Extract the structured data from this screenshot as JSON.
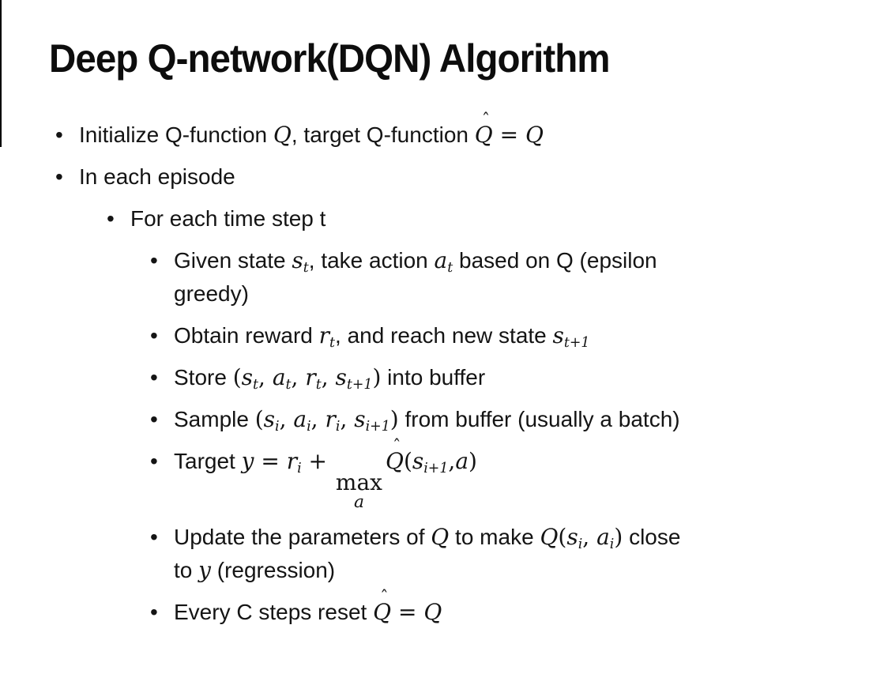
{
  "slide": {
    "title": "Deep Q-network(DQN) Algorithm",
    "bullet_glyph": "•"
  },
  "colors": {
    "background": "#ffffff",
    "text": "#141414",
    "edge_line": "#000000"
  },
  "bullets": [
    {
      "level": 1,
      "segs": [
        {
          "t": "txt",
          "v": "Initialize Q-function "
        },
        {
          "t": "mi",
          "v": "Q"
        },
        {
          "t": "txt",
          "v": ", target Q-function "
        },
        {
          "t": "hat",
          "v": "Q"
        },
        {
          "t": "mo",
          "v": " = "
        },
        {
          "t": "mi",
          "v": "Q"
        }
      ]
    },
    {
      "level": 1,
      "segs": [
        {
          "t": "txt",
          "v": "In each episode"
        }
      ]
    },
    {
      "level": 2,
      "segs": [
        {
          "t": "txt",
          "v": "For each time step t"
        }
      ]
    },
    {
      "level": 3,
      "segs": [
        {
          "t": "txt",
          "v": "Given state "
        },
        {
          "t": "mi",
          "v": "s"
        },
        {
          "t": "sub",
          "v": "t"
        },
        {
          "t": "txt",
          "v": ", take action "
        },
        {
          "t": "mi",
          "v": "a"
        },
        {
          "t": "sub",
          "v": "t"
        },
        {
          "t": "txt",
          "v": " based on Q (epsilon"
        },
        {
          "t": "br"
        },
        {
          "t": "txt",
          "v": "greedy)"
        }
      ]
    },
    {
      "level": 3,
      "segs": [
        {
          "t": "txt",
          "v": "Obtain reward "
        },
        {
          "t": "mi",
          "v": "r"
        },
        {
          "t": "sub",
          "v": "t"
        },
        {
          "t": "txt",
          "v": ", and reach new state "
        },
        {
          "t": "mi",
          "v": "s"
        },
        {
          "t": "sub",
          "v": "t+1"
        }
      ]
    },
    {
      "level": 3,
      "segs": [
        {
          "t": "txt",
          "v": "Store "
        },
        {
          "t": "mo",
          "v": "("
        },
        {
          "t": "mi",
          "v": "s"
        },
        {
          "t": "sub",
          "v": "t"
        },
        {
          "t": "mo",
          "v": ", "
        },
        {
          "t": "mi",
          "v": "a"
        },
        {
          "t": "sub",
          "v": "t"
        },
        {
          "t": "mo",
          "v": ", "
        },
        {
          "t": "mi",
          "v": "r"
        },
        {
          "t": "sub",
          "v": "t"
        },
        {
          "t": "mo",
          "v": ", "
        },
        {
          "t": "mi",
          "v": "s"
        },
        {
          "t": "sub",
          "v": "t+1"
        },
        {
          "t": "mo",
          "v": ")"
        },
        {
          "t": "txt",
          "v": " into buffer"
        }
      ]
    },
    {
      "level": 3,
      "segs": [
        {
          "t": "txt",
          "v": "Sample "
        },
        {
          "t": "mo",
          "v": "("
        },
        {
          "t": "mi",
          "v": "s"
        },
        {
          "t": "sub",
          "v": "i"
        },
        {
          "t": "mo",
          "v": ", "
        },
        {
          "t": "mi",
          "v": "a"
        },
        {
          "t": "sub",
          "v": "i"
        },
        {
          "t": "mo",
          "v": ", "
        },
        {
          "t": "mi",
          "v": "r"
        },
        {
          "t": "sub",
          "v": "i"
        },
        {
          "t": "mo",
          "v": ", "
        },
        {
          "t": "mi",
          "v": "s"
        },
        {
          "t": "sub",
          "v": "i+1"
        },
        {
          "t": "mo",
          "v": ")"
        },
        {
          "t": "txt",
          "v": " from buffer (usually a batch)"
        }
      ]
    },
    {
      "level": 3,
      "segs": [
        {
          "t": "txt",
          "v": "Target "
        },
        {
          "t": "mi",
          "v": "y"
        },
        {
          "t": "mo",
          "v": " = "
        },
        {
          "t": "mi",
          "v": "r"
        },
        {
          "t": "sub",
          "v": "i"
        },
        {
          "t": "mo",
          "v": " + "
        },
        {
          "t": "under",
          "v": "max",
          "u": "a"
        },
        {
          "t": "hat",
          "v": "Q"
        },
        {
          "t": "mo",
          "v": "("
        },
        {
          "t": "mi",
          "v": "s"
        },
        {
          "t": "sub",
          "v": "i+1"
        },
        {
          "t": "mo",
          "v": ","
        },
        {
          "t": "mi",
          "v": "a"
        },
        {
          "t": "mo",
          "v": ")"
        }
      ]
    },
    {
      "level": 3,
      "segs": [
        {
          "t": "txt",
          "v": "Update the parameters of "
        },
        {
          "t": "mi",
          "v": "Q"
        },
        {
          "t": "txt",
          "v": " to make "
        },
        {
          "t": "mi",
          "v": "Q"
        },
        {
          "t": "mo",
          "v": "("
        },
        {
          "t": "mi",
          "v": "s"
        },
        {
          "t": "sub",
          "v": "i"
        },
        {
          "t": "mo",
          "v": ", "
        },
        {
          "t": "mi",
          "v": "a"
        },
        {
          "t": "sub",
          "v": "i"
        },
        {
          "t": "mo",
          "v": ")"
        },
        {
          "t": "txt",
          "v": " close"
        },
        {
          "t": "br"
        },
        {
          "t": "txt",
          "v": "to "
        },
        {
          "t": "mi",
          "v": "y"
        },
        {
          "t": "txt",
          "v": " (regression)"
        }
      ]
    },
    {
      "level": 3,
      "segs": [
        {
          "t": "txt",
          "v": "Every C steps reset "
        },
        {
          "t": "hat",
          "v": "Q"
        },
        {
          "t": "mo",
          "v": " = "
        },
        {
          "t": "mi",
          "v": "Q"
        }
      ]
    }
  ]
}
